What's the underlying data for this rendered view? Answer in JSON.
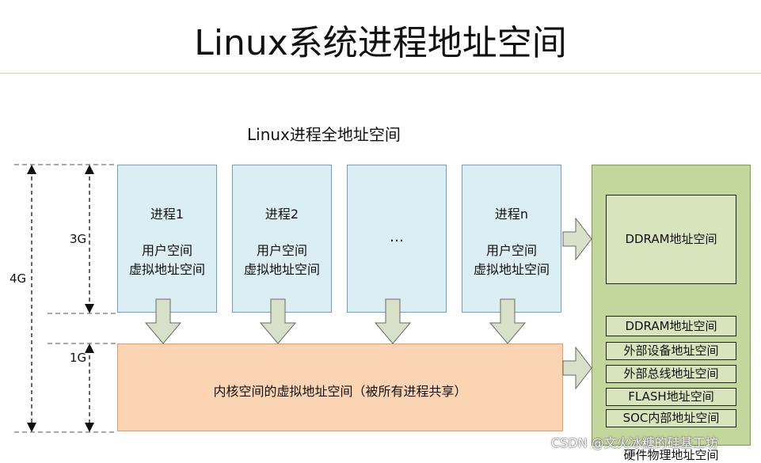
{
  "title": "Linux系统进程地址空间",
  "diagram_title": "Linux进程全地址空间",
  "dimensions": {
    "total": "4G",
    "user": "3G",
    "kernel": "1G"
  },
  "processes": [
    {
      "name": "进程1",
      "line1": "用户空间",
      "line2": "虚拟地址空间"
    },
    {
      "name": "进程2",
      "line1": "用户空间",
      "line2": "虚拟地址空间"
    },
    {
      "name": "…",
      "line1": "",
      "line2": ""
    },
    {
      "name": "进程n",
      "line1": "用户空间",
      "line2": "虚拟地址空间"
    }
  ],
  "kernel": {
    "label": "内核空间的虚拟地址空间（被所有进程共享）"
  },
  "hardware": {
    "label": "硬件物理地址空间",
    "ddram_main": "DDRAM地址空间",
    "items": [
      "DDRAM地址空间",
      "外部设备地址空间",
      "外部总线地址空间",
      "FLASH地址空间",
      "SOC内部地址空间"
    ]
  },
  "watermark": "CSDN @文火冰糖的硅基工坊",
  "colors": {
    "process_fill": "#dbeef4",
    "kernel_fill": "#fbd4b4",
    "hardware_fill": "#c3d69b",
    "arrow_fill": "#d8e0c8"
  }
}
